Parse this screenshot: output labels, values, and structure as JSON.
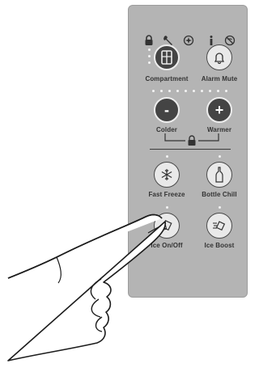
{
  "panel": {
    "status_icons": [
      "lock-icon",
      "wrench-icon",
      "sabbath-icon",
      "info-icon",
      "wifi-off-icon"
    ],
    "buttons": {
      "compartment": "Compartment",
      "alarm_mute": "Alarm Mute",
      "colder": "Colder",
      "warmer": "Warmer",
      "colder_symbol": "-",
      "warmer_symbol": "+",
      "fast_freeze": "Fast Freeze",
      "bottle_chill": "Bottle Chill",
      "ice_on_off": "Ice On/Off",
      "ice_boost": "Ice Boost"
    }
  },
  "colors": {
    "panel": "#b4b4b4",
    "button_light": "#e9e9e9",
    "button_dark": "#444444",
    "led": "#f3f3f3",
    "text": "#333333"
  }
}
